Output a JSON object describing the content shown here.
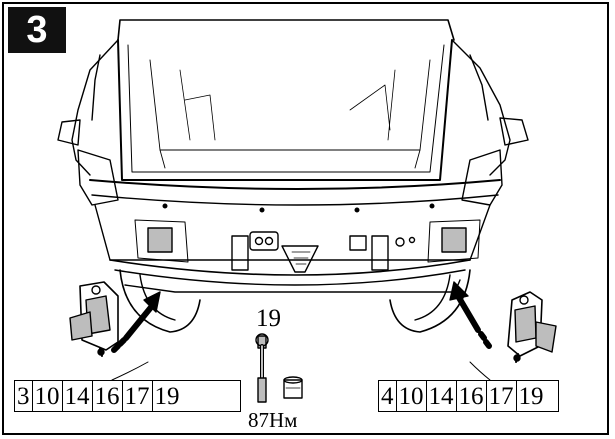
{
  "step": {
    "number": "3"
  },
  "labels": {
    "left": [
      "3",
      "10",
      "14",
      "16",
      "17",
      "19"
    ],
    "right": [
      "4",
      "10",
      "14",
      "16",
      "17",
      "19"
    ]
  },
  "tool": {
    "wrench_size": "19",
    "torque": "87Нм"
  },
  "colors": {
    "ink": "#000000",
    "badge": "#111111",
    "part_shade": "#bdbdbd",
    "background": "#ffffff"
  }
}
